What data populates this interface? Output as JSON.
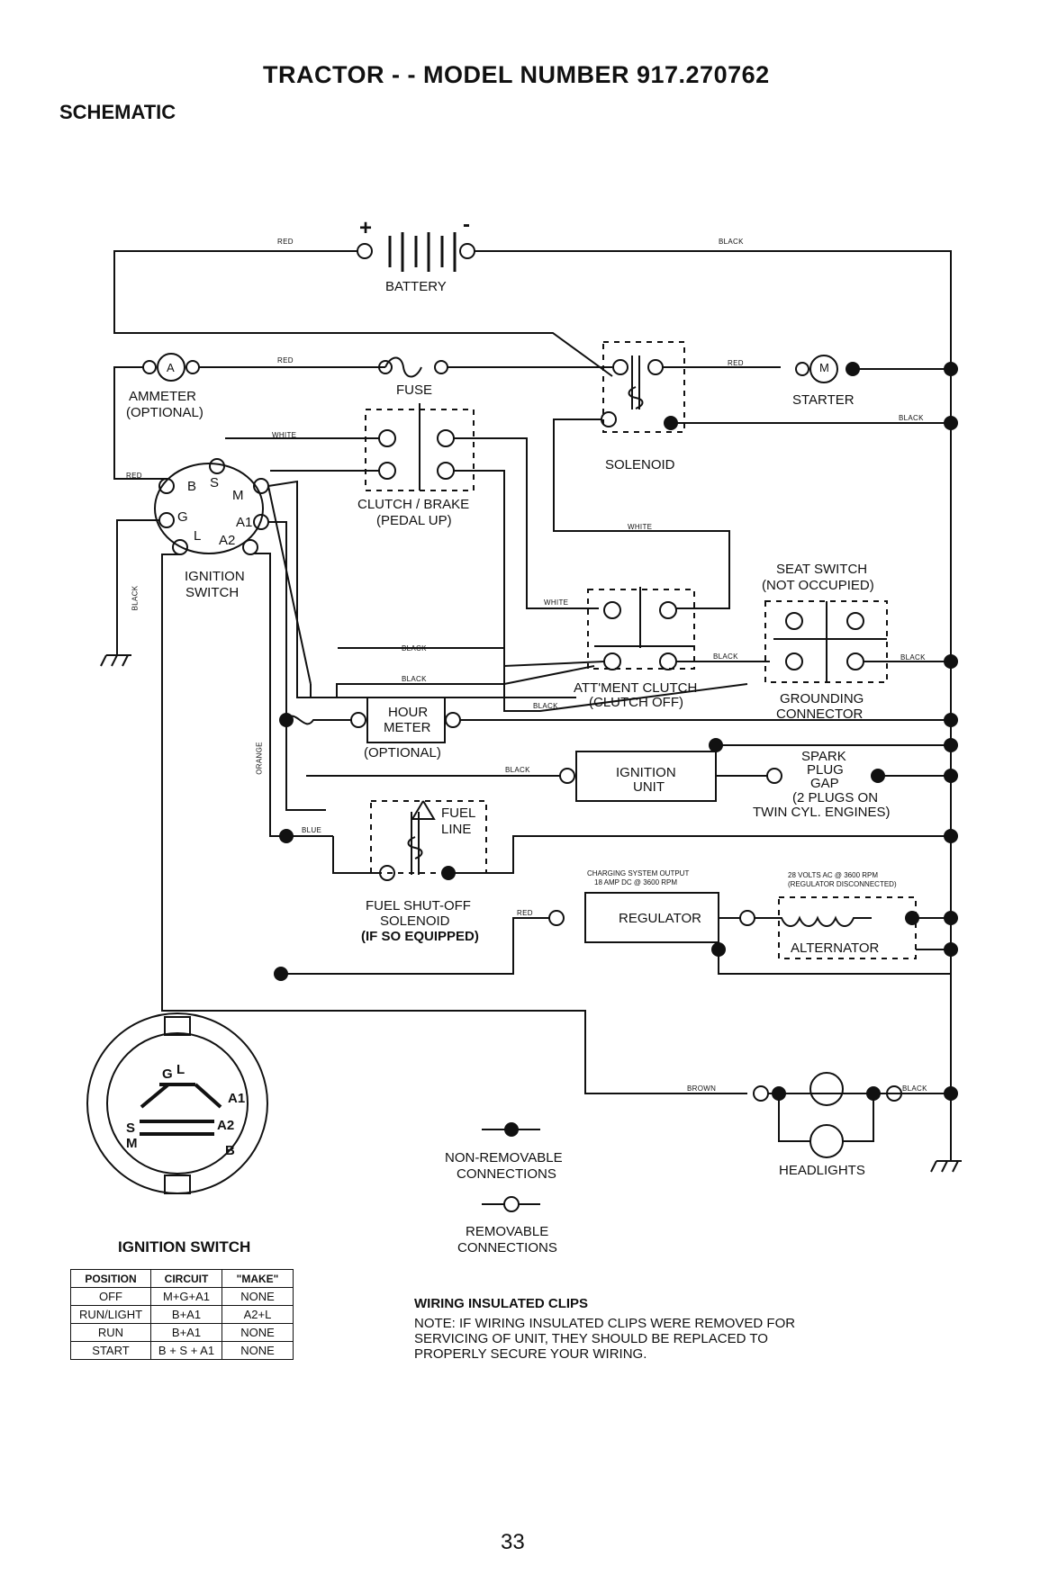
{
  "header": {
    "title": "TRACTOR - - MODEL NUMBER 917.270762",
    "section": "SCHEMATIC"
  },
  "components": {
    "battery": "BATTERY",
    "battery_pos": "+",
    "battery_neg": "-",
    "ammeter_symbol": "A",
    "ammeter": "AMMETER",
    "ammeter_opt": "(OPTIONAL)",
    "fuse": "FUSE",
    "starter_symbol": "M",
    "starter": "STARTER",
    "solenoid": "SOLENOID",
    "clutch_brake": "CLUTCH / BRAKE",
    "clutch_brake_2": "(PEDAL UP)",
    "ign_switch": "IGNITION",
    "ign_switch_2": "SWITCH",
    "term_b": "B",
    "term_s": "S",
    "term_m": "M",
    "term_g": "G",
    "term_a1": "A1",
    "term_l": "L",
    "term_a2": "A2",
    "seat_switch": "SEAT SWITCH",
    "seat_switch_2": "(NOT OCCUPIED)",
    "attment_clutch": "ATT'MENT CLUTCH",
    "attment_clutch_2": "(CLUTCH OFF)",
    "grounding": "GROUNDING",
    "grounding_2": "CONNECTOR",
    "hour_meter": "HOUR",
    "hour_meter_2": "METER",
    "hour_meter_opt": "(OPTIONAL)",
    "ignition_unit": "IGNITION",
    "ignition_unit_2": "UNIT",
    "spark_plug": "SPARK",
    "spark_plug_2": "PLUG",
    "spark_plug_3": "GAP",
    "spark_plug_4": "(2 PLUGS ON",
    "spark_plug_5": "TWIN CYL. ENGINES)",
    "fuel_line": "FUEL",
    "fuel_line_2": "LINE",
    "fuel_solenoid": "FUEL SHUT-OFF",
    "fuel_solenoid_2": "SOLENOID",
    "fuel_solenoid_3": "(IF SO EQUIPPED)",
    "regulator": "REGULATOR",
    "alternator": "ALTERNATOR",
    "charging_output": "CHARGING SYSTEM OUTPUT",
    "charging_output_2": "18 AMP DC @ 3600 RPM",
    "volts_ac": "28 VOLTS AC @ 3600 RPM",
    "volts_ac_2": "(REGULATOR DISCONNECTED)",
    "headlights": "HEADLIGHTS"
  },
  "wires": {
    "red": "RED",
    "black": "BLACK",
    "white": "WHITE",
    "orange": "ORANGE",
    "blue": "BLUE",
    "brown": "BROWN"
  },
  "legend": {
    "non_removable": "NON-REMOVABLE",
    "non_removable_2": "CONNECTIONS",
    "removable": "REMOVABLE",
    "removable_2": "CONNECTIONS"
  },
  "ignition_switch_diagram": {
    "title": "IGNITION SWITCH",
    "g": "G",
    "l": "L",
    "a1": "A1",
    "s": "S",
    "a2": "A2",
    "m": "M",
    "b": "B"
  },
  "ignition_table": {
    "headers": [
      "POSITION",
      "CIRCUIT",
      "\"MAKE\""
    ],
    "rows": [
      [
        "OFF",
        "M+G+A1",
        "NONE"
      ],
      [
        "RUN/LIGHT",
        "B+A1",
        "A2+L"
      ],
      [
        "RUN",
        "B+A1",
        "NONE"
      ],
      [
        "START",
        "B + S + A1",
        "NONE"
      ]
    ]
  },
  "note": {
    "heading": "WIRING INSULATED CLIPS",
    "line1": "NOTE: IF WIRING INSULATED CLIPS WERE REMOVED FOR",
    "line2": "SERVICING OF UNIT, THEY SHOULD BE REPLACED TO",
    "line3": "PROPERLY SECURE YOUR WIRING."
  },
  "page_number": "33"
}
